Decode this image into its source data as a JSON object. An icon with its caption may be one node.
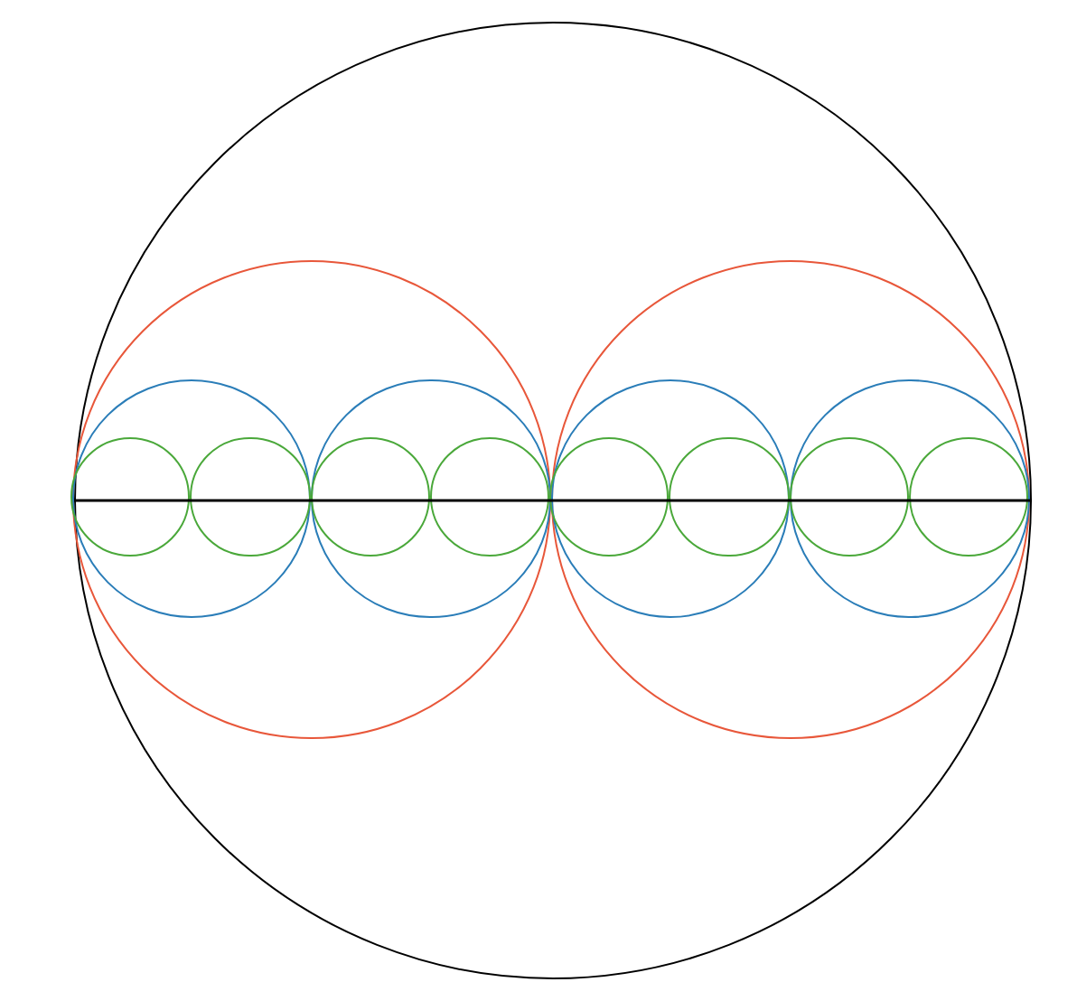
{
  "diagram": {
    "nodes": [
      {
        "text": [],
        "shape": "circle"
      },
      {
        "text": [],
        "shape": "circle",
        "in": 0
      },
      {
        "text": [],
        "shape": "circle",
        "in": 1
      },
      {
        "text": [],
        "shape": "circle",
        "in": 2
      },
      {
        "text": [],
        "shape": "circle",
        "in": 2
      },
      {
        "text": [],
        "shape": "circle",
        "in": 1
      },
      {
        "text": [],
        "shape": "circle",
        "in": 5
      },
      {
        "text": [],
        "shape": "circle",
        "in": 5
      },
      {
        "text": [],
        "shape": "circle",
        "in": 0
      },
      {
        "text": [],
        "shape": "circle",
        "in": 8
      },
      {
        "text": [],
        "shape": "circle",
        "in": 9
      },
      {
        "text": [],
        "shape": "circle",
        "in": 9
      },
      {
        "text": [],
        "shape": "circle",
        "in": 8
      },
      {
        "text": [],
        "shape": "circle",
        "in": 12
      },
      {
        "text": [],
        "shape": "circle",
        "in": 12
      }
    ]
  }
}
